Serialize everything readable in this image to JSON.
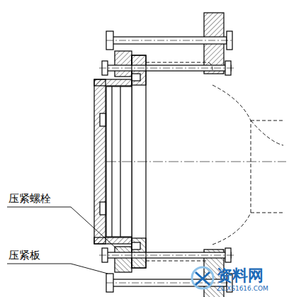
{
  "diagram": {
    "labels": [
      "压紧螺栓",
      "压紧板",
      "资料网",
      "ZL.XS1616.COM"
    ]
  }
}
